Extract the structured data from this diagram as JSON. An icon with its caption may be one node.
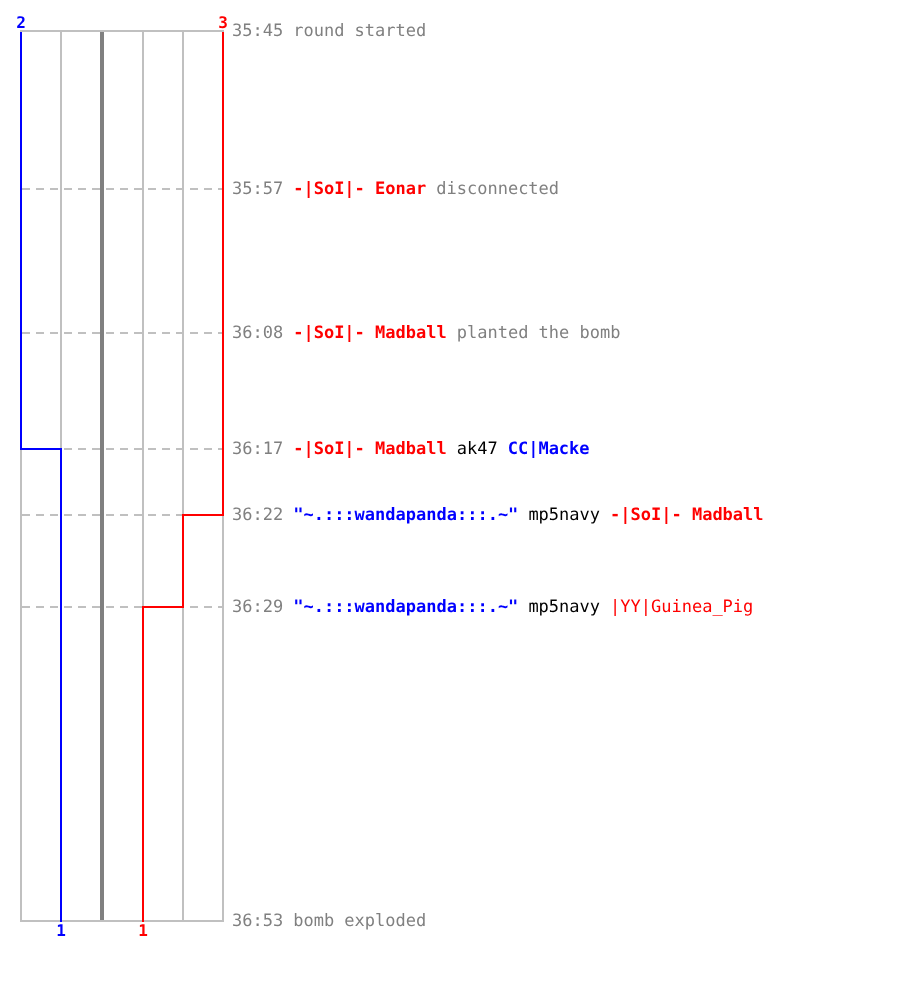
{
  "diagram": {
    "labels": [
      "2",
      "3",
      "35:45",
      "round started",
      "35:57",
      "-|SoI|- Eonar",
      "disconnected",
      "36:08",
      "-|SoI|- Madball",
      "planted the bomb",
      "36:17",
      "-|SoI|- Madball",
      "ak47",
      "CC|Macke",
      "36:22",
      "\"~.:::wandapanda:::.~\"",
      "mp5navy",
      "-|SoI|- Madball",
      "36:29",
      "\"~.:::wandapanda:::.~\"",
      "mp5navy",
      "|YY|Guinea_Pig",
      "36:53",
      "bomb exploded",
      "1",
      "1"
    ]
  }
}
